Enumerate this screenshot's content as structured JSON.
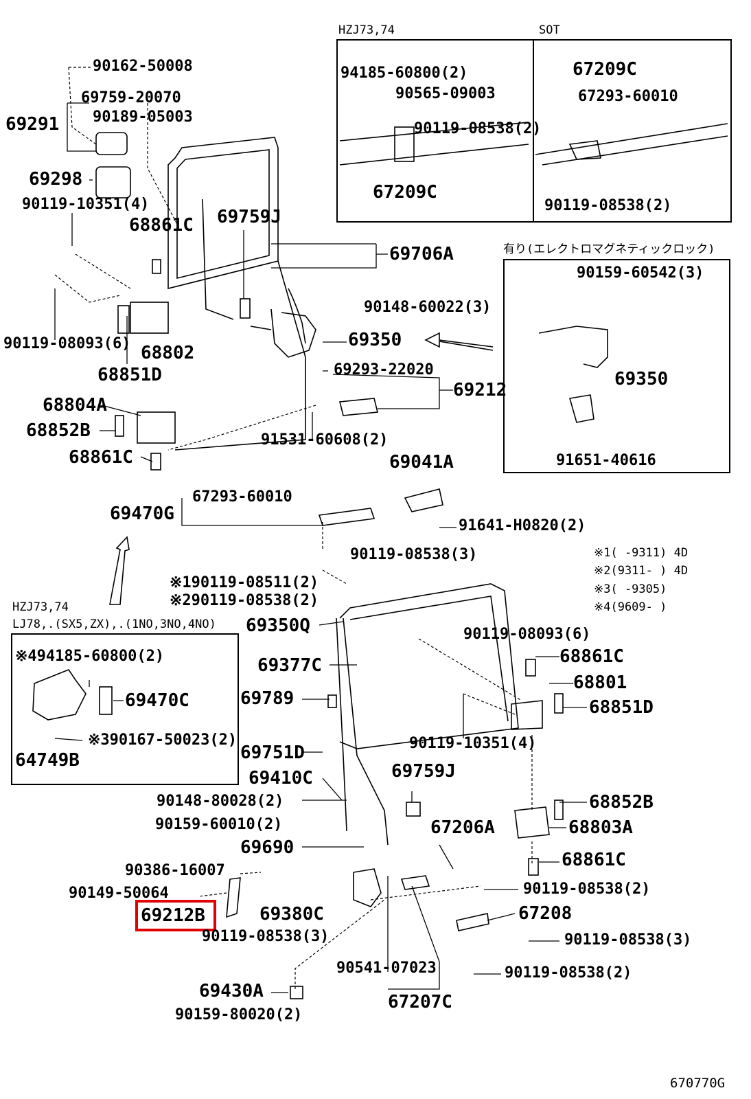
{
  "diagram_code": "670770G",
  "highlight_color": "#e00000",
  "inset_labels": {
    "top_left": "HZJ73,74",
    "top_right": "SOT",
    "right_option": "有り(エレクトロマグネティックロック)",
    "left_line1": "HZJ73,74",
    "left_line2": "LJ78,.(SX5,ZX),.(1NO,3NO,4NO)"
  },
  "notes": [
    "※1(     -9311) 4D",
    "※2(9311-     ) 4D",
    "※3(     -9305)",
    "※4(9609-     )"
  ],
  "parts": {
    "p90162_50008": "90162-50008",
    "p69759_20070": "69759-20070",
    "p90189_05003": "90189-05003",
    "p69291": "69291",
    "p69298": "69298",
    "p90119_10351_a": "90119-10351(4)",
    "p68861C_a": "68861C",
    "p69759J_a": "69759J",
    "p69706A": "69706A",
    "p90148_60022": "90148-60022(3)",
    "p90119_08093_a": "90119-08093(6)",
    "p68802": "68802",
    "p68851D_a": "68851D",
    "p69350_a": "69350",
    "p69293_22020": "69293-22020",
    "p69212": "69212",
    "p68804A": "68804A",
    "p68852B_a": "68852B",
    "p91531_60608": "91531-60608(2)",
    "p68861C_b": "68861C",
    "p94185_60800_a": "94185-60800(2)",
    "p90565_09003": "90565-09003",
    "p90119_08538_i1": "90119-08538(2)",
    "p67209C_a": "67209C",
    "p67209C_b": "67209C",
    "p67293_60010_i": "67293-60010",
    "p90119_08538_i2": "90119-08538(2)",
    "p90159_60542": "90159-60542(3)",
    "p69350_b": "69350",
    "p91651_40616": "91651-40616",
    "p69041A": "69041A",
    "p67293_60010": "67293-60010",
    "p69470G": "69470G",
    "p91641_H0820": "91641-H0820(2)",
    "p90119_08538_c": "90119-08538(3)",
    "p90119_08511": "※190119-08511(2)",
    "p90119_08538_n2": "※290119-08538(2)",
    "p69350Q": "69350Q",
    "p90119_08093_b": "90119-08093(6)",
    "p94185_60800_b": "※494185-60800(2)",
    "p69470C": "69470C",
    "p90167_50023": "※390167-50023(2)",
    "p64749B": "64749B",
    "p69377C": "69377C",
    "p68861C_c": "68861C",
    "p68801": "68801",
    "p68851D_b": "68851D",
    "p69789": "69789",
    "p90119_10351_b": "90119-10351(4)",
    "p69751D": "69751D",
    "p69410C": "69410C",
    "p69759J_b": "69759J",
    "p90148_80028": "90148-80028(2)",
    "p68852B_b": "68852B",
    "p90159_60010": "90159-60010(2)",
    "p67206A": "67206A",
    "p68803A": "68803A",
    "p69690": "69690",
    "p68861C_d": "68861C",
    "p90386_16007": "90386-16007",
    "p90119_08538_e": "90119-08538(2)",
    "p90149_50064": "90149-50064",
    "p69212B": "69212B",
    "p69380C": "69380C",
    "p67208": "67208",
    "p90119_08538_f": "90119-08538(3)",
    "p90119_08538_g": "90119-08538(3)",
    "p90541_07023": "90541-07023",
    "p90119_08538_h": "90119-08538(2)",
    "p69430A": "69430A",
    "p67207C": "67207C",
    "p90159_80020": "90159-80020(2)"
  }
}
